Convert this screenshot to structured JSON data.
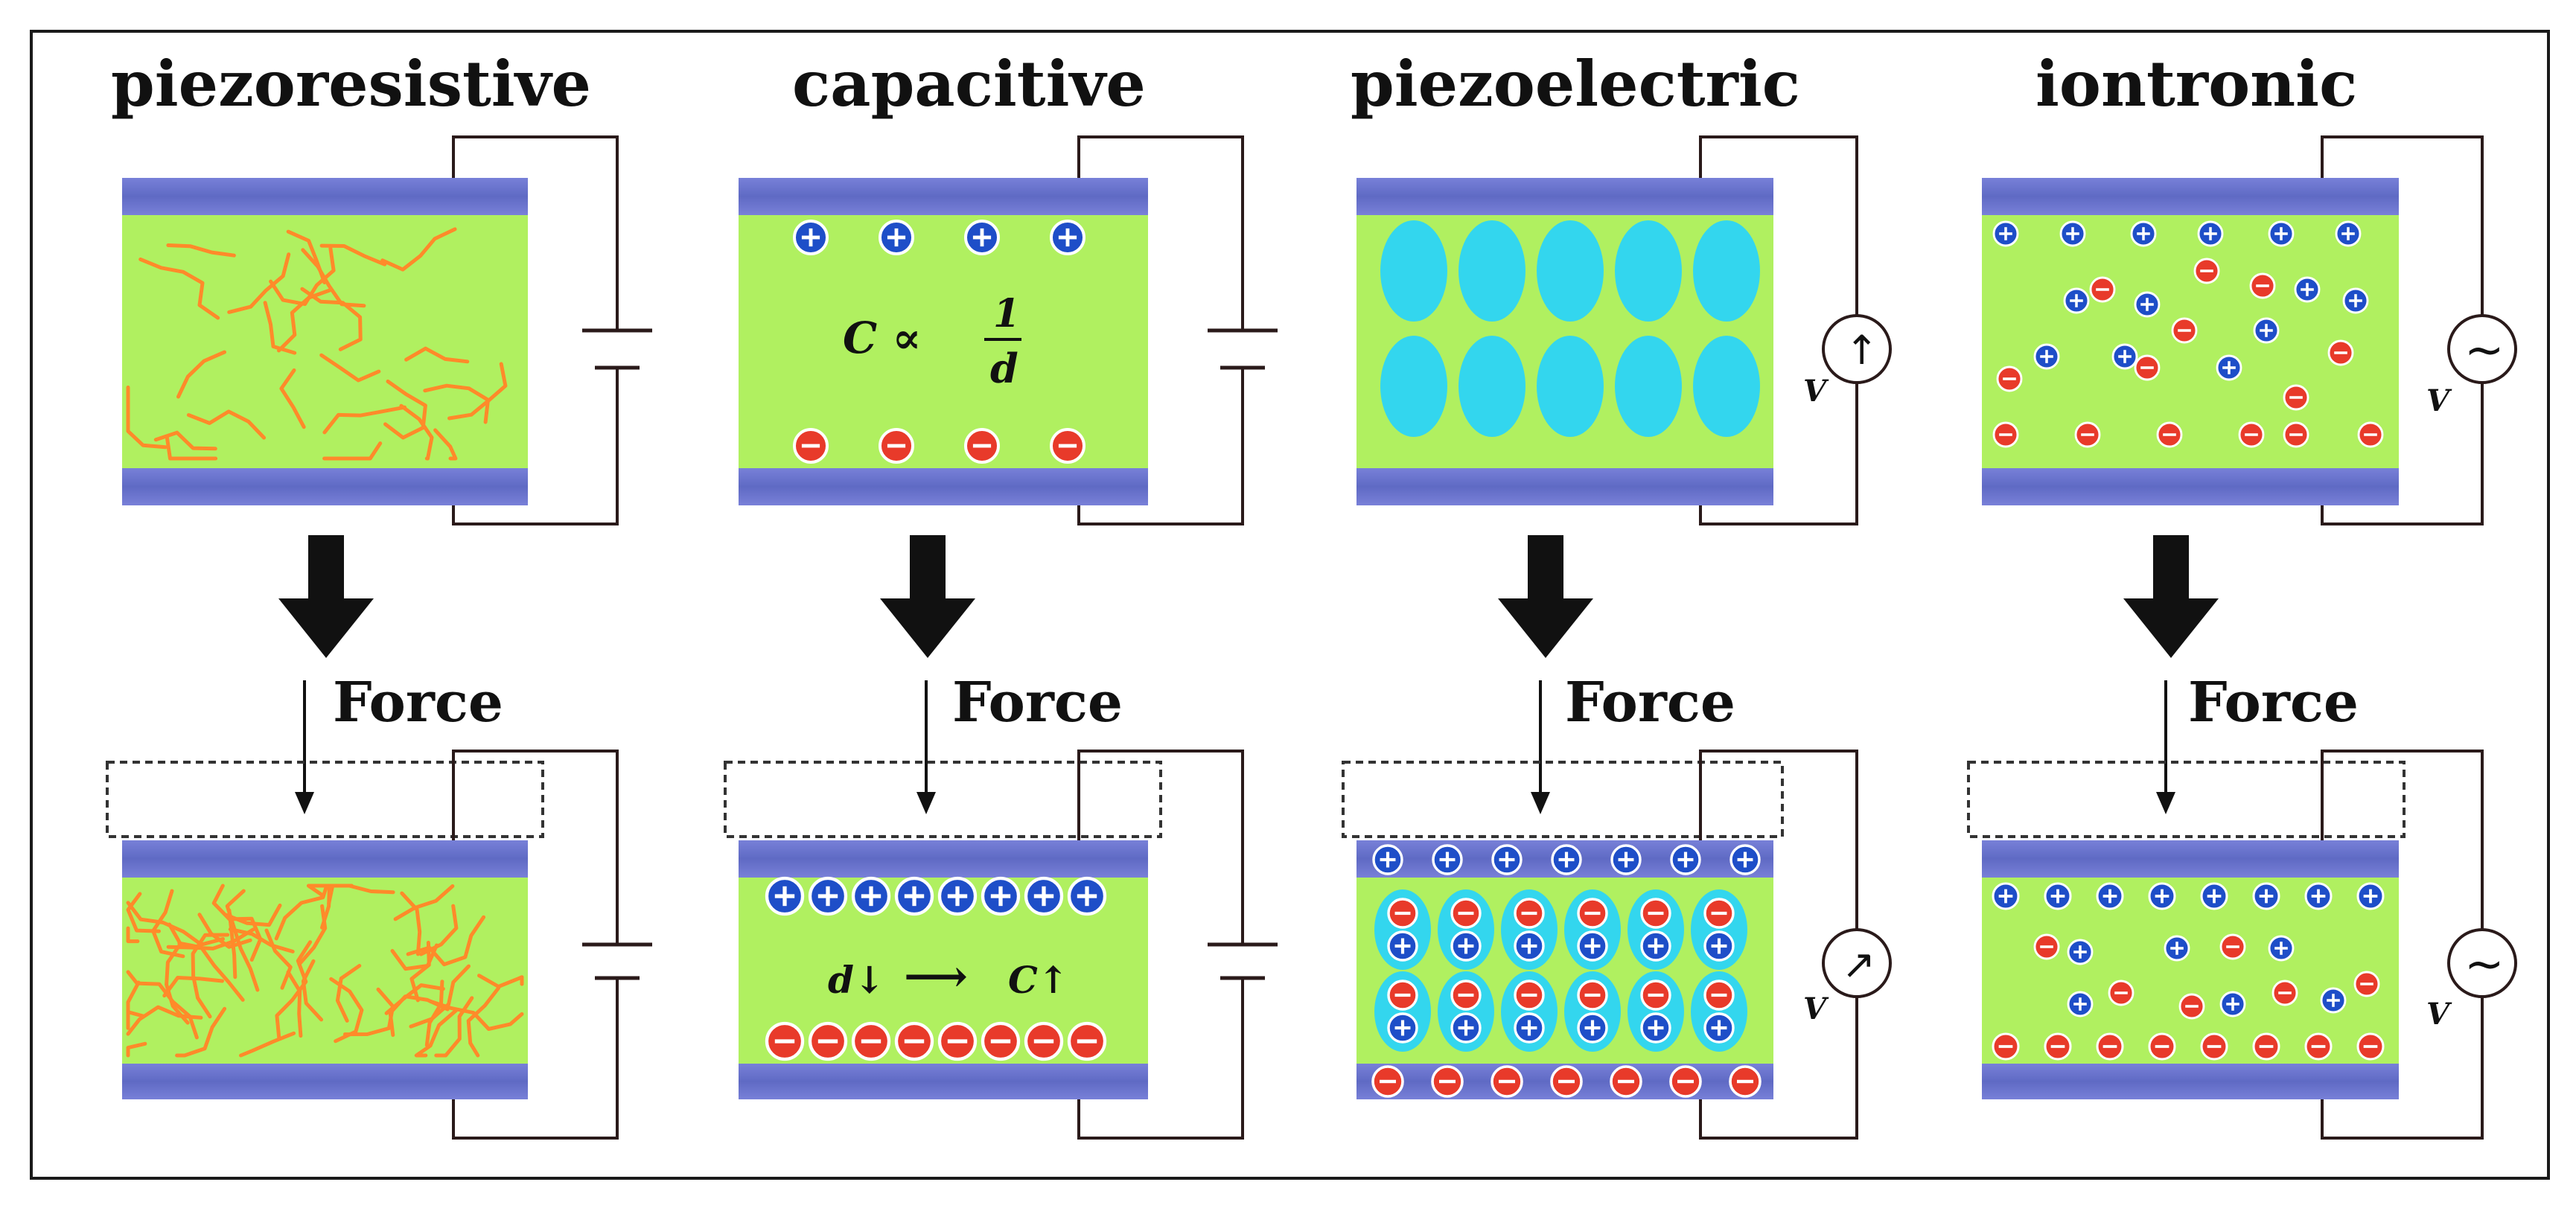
{
  "panels": [
    {
      "title": "piezoresistive",
      "force_label": "Force",
      "source": "battery"
    },
    {
      "title": "capacitive",
      "force_label": "Force",
      "source": "battery",
      "equation_top": {
        "lhs": "C ∝",
        "num": "1",
        "den": "d"
      },
      "equation_bottom": {
        "lhs": "d↓",
        "arrow": "⟶",
        "rhs": "C↑"
      }
    },
    {
      "title": "piezoelectric",
      "force_label": "Force",
      "source": "ammeter",
      "voltage_label": "V",
      "meter_symbol_top": "↑",
      "meter_symbol_bottom": "↗"
    },
    {
      "title": "iontronic",
      "force_label": "Force",
      "source": "ac_source",
      "voltage_label": "V",
      "source_symbol": "~"
    }
  ],
  "colors": {
    "electrode": "#6470c8",
    "dielectric": "#b0f060",
    "inclusion": "#33d6ee",
    "fiber": "#ff8a2a",
    "positive_ion": "#1e4ec8",
    "negative_ion": "#e83a2a",
    "wire": "#2a1a1a",
    "force_arrow": "#111111"
  }
}
